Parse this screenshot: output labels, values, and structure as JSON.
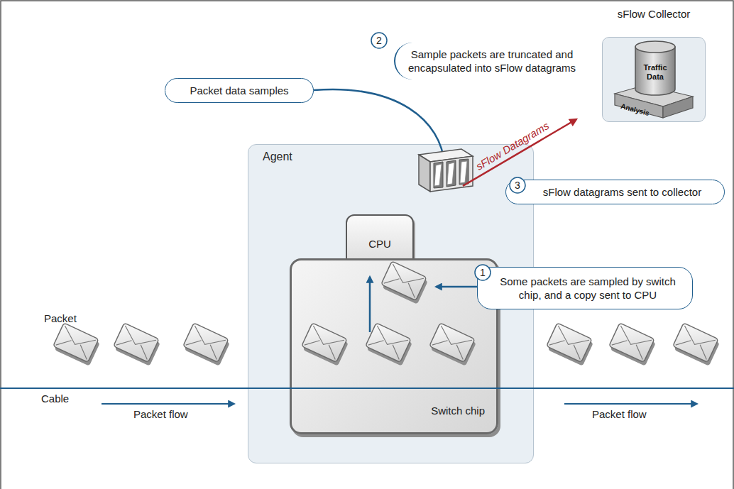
{
  "diagram": {
    "nodes": [
      {
        "text": [
          "Agent"
        ]
      },
      {
        "text": [
          "CPU"
        ],
        "in": 0
      },
      {
        "text": [
          "Switch chip"
        ],
        "in": 0
      },
      {
        "text": [
          "sFlow Collector"
        ]
      },
      {
        "text": [
          "Traffic Data"
        ],
        "in": 3
      },
      {
        "text": [
          "Analysis"
        ],
        "in": 3
      },
      {
        "text": [
          "Packet data samples"
        ]
      },
      {
        "text": [
          "Sample packets are truncated and encapsulated into sFlow datagrams"
        ]
      },
      {
        "text": [
          "sFlow datagrams sent to collector"
        ]
      },
      {
        "text": [
          "Some packets are sampled by switch chip, and a copy sent to CPU"
        ]
      }
    ],
    "labels": [
      "2",
      "sFlow Datagrams",
      "3",
      "1",
      "Packet",
      "Cable",
      "Packet flow",
      "Packet flow"
    ]
  }
}
